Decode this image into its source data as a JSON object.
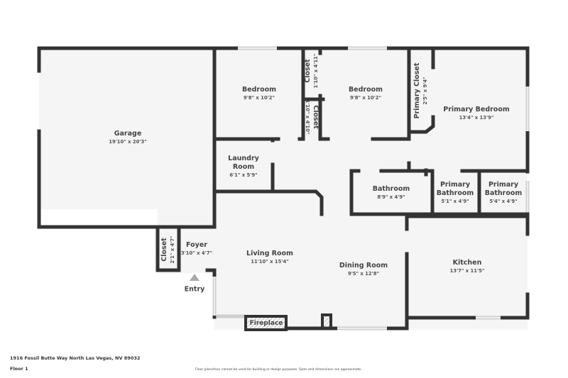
{
  "floorplan": {
    "address": "1916 Fossil Butte Way North Las Vegas, NV 89032",
    "floor_label": "Floor 1",
    "disclaimer": "Floor plans/tour cannot be used for building or design purposes. Sizes and dimensions are approximate.",
    "entry_label": "Entry",
    "fireplace_label": "Fireplace",
    "colors": {
      "wall": "#333333",
      "floor": "#f5f5f5",
      "text": "#444444",
      "entry_arrow": "#aaaaaa"
    },
    "rooms": [
      {
        "name": "Garage",
        "dims": "19'10\" x 20'3\""
      },
      {
        "name": "Bedroom",
        "dims": "9'8\" x 10'2\""
      },
      {
        "name": "Closet",
        "dims": "1'10\" x 4'11\""
      },
      {
        "name": "Closet",
        "dims": "1'10\" x 4'10\""
      },
      {
        "name": "Bedroom",
        "dims": "9'8\" x 10'2\""
      },
      {
        "name": "Primary Closet",
        "dims": "2'5\" x 9'4\""
      },
      {
        "name": "Primary Bedroom",
        "dims": "13'4\" x 13'9\""
      },
      {
        "name": "Laundry Room",
        "dims": "6'1\" x 5'9\""
      },
      {
        "name": "Bathroom",
        "dims": "8'9\" x 4'9\""
      },
      {
        "name": "Primary Bathroom",
        "dims": "5'1\" x 4'9\""
      },
      {
        "name": "Primary Bathroom",
        "dims": "5'4\" x 4'9\""
      },
      {
        "name": "Closet",
        "dims": "2'1\" x 4'7\""
      },
      {
        "name": "Foyer",
        "dims": "3'10\" x 4'7\""
      },
      {
        "name": "Living Room",
        "dims": "11'10\" x 15'4\""
      },
      {
        "name": "Dining Room",
        "dims": "9'5\" x 12'8\""
      },
      {
        "name": "Kitchen",
        "dims": "13'7\" x 11'5\""
      }
    ]
  }
}
